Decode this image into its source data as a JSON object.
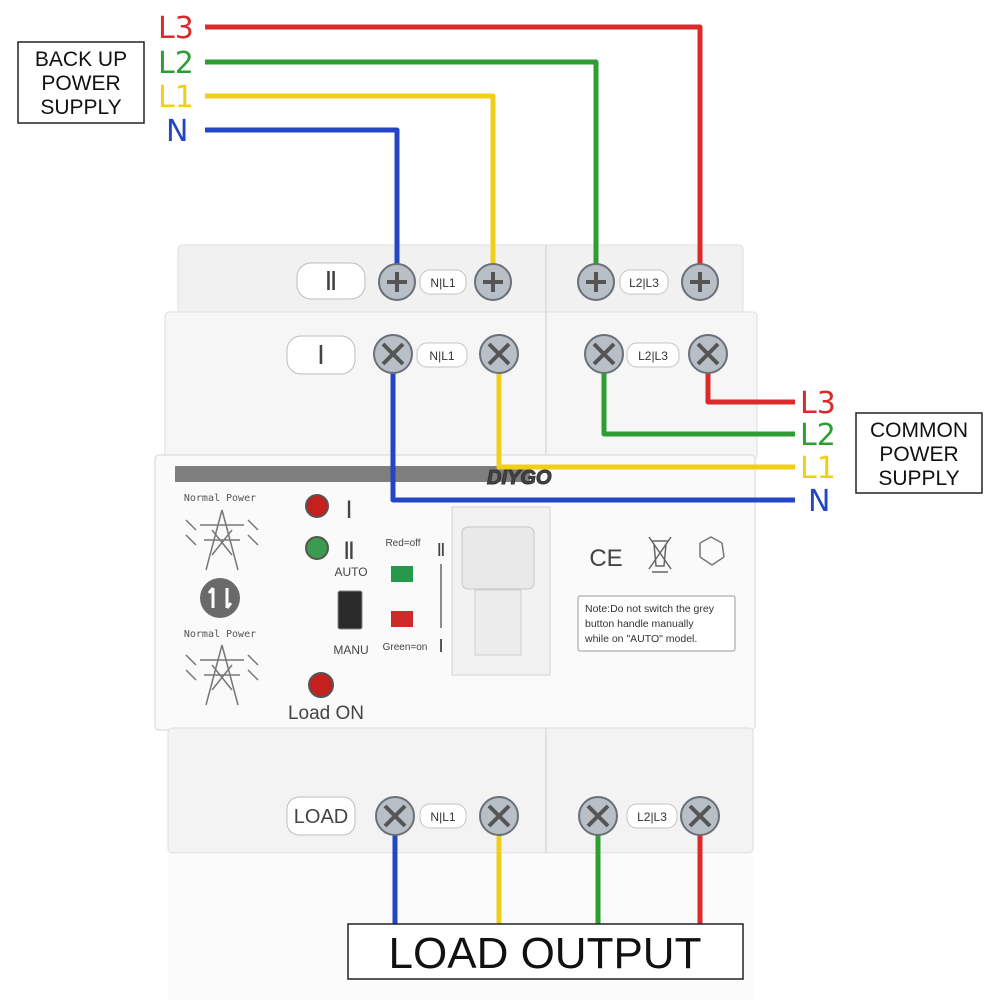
{
  "backup_supply": {
    "label_lines": [
      "BACK UP",
      "POWER",
      "SUPPLY"
    ],
    "phases": [
      "L3",
      "L2",
      "L1",
      "N"
    ]
  },
  "common_supply": {
    "label_lines": [
      "COMMON",
      "POWER",
      "SUPPLY"
    ],
    "phases": [
      "L3",
      "L2",
      "L1",
      "N"
    ]
  },
  "load_output": {
    "label": "LOAD OUTPUT"
  },
  "wire_colors": {
    "L3": "#d92b2b",
    "L2": "#2e9e33",
    "L1": "#f0cf1a",
    "N": "#2347c4"
  },
  "device": {
    "brand": "DIYGO",
    "row_ii_label": "Ⅱ",
    "row_i_label": "Ⅰ",
    "load_label": "LOAD",
    "terminal_n_l1": "N|L1",
    "terminal_l2_l3": "L2|L3",
    "normal_power_top": "Normal Power",
    "normal_power_bottom": "Normal Power",
    "indicator_i": "Ⅰ",
    "indicator_ii": "Ⅱ",
    "auto_label": "AUTO",
    "manu_label": "MANU",
    "red_off": "Red=off",
    "green_on": "Green=on",
    "load_on": "Load ON",
    "ce_mark": "CE",
    "note_lines": [
      "Note:Do not switch the grey",
      "button handle manually",
      "while on \"AUTO\" model."
    ]
  }
}
